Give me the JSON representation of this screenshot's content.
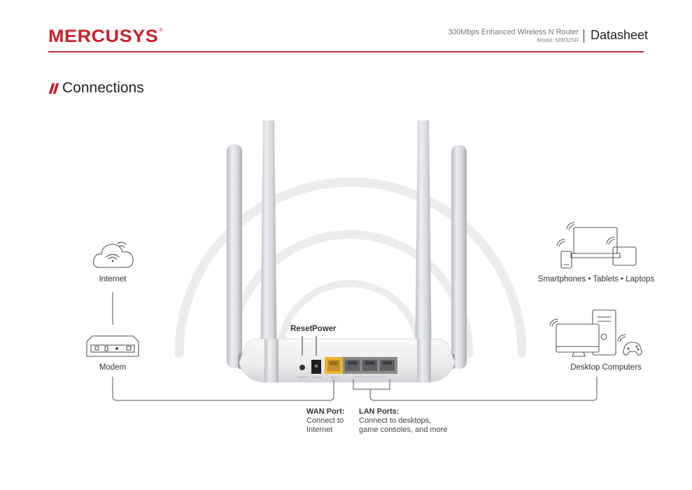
{
  "header": {
    "brand": "MERCUSYS",
    "brand_mark": "®",
    "product_name": "300Mbps Enhanced Wireless N Router",
    "product_model": "Model: MW325R",
    "doc_type": "Datasheet",
    "accent_color": "#cc1f2a"
  },
  "section": {
    "title": "Connections",
    "icon": "double-slash-mark"
  },
  "diagram": {
    "left_devices": [
      {
        "label": "Internet",
        "icon": "cloud-wifi-icon"
      },
      {
        "label": "Modem",
        "icon": "modem-icon"
      }
    ],
    "right_devices": [
      {
        "label": "Smartphones • Tablets • Laptops",
        "icon": "wireless-devices-icon"
      },
      {
        "label": "Desktop Computers",
        "icon": "desktop-computer-icon"
      }
    ],
    "router": {
      "button_labels": [
        "Reset",
        "Power"
      ],
      "ports": [
        {
          "name": "WAN",
          "color": "#e8b530"
        },
        {
          "name": "LAN",
          "color": "#8a8a8a"
        },
        {
          "name": "LAN",
          "color": "#8a8a8a"
        },
        {
          "name": "LAN",
          "color": "#8a8a8a"
        }
      ]
    },
    "port_notes": {
      "wan": {
        "heading": "WAN Port:",
        "line1": "Connect to",
        "line2": "Internet"
      },
      "lan": {
        "heading": "LAN Ports:",
        "line1": "Connect to desktops,",
        "line2": "game consoles, and  more"
      }
    }
  }
}
